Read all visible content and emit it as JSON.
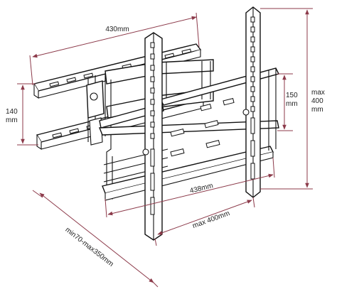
{
  "diagram": {
    "colors": {
      "dimension_line": "#8c3a4a",
      "drawing_line": "#111111",
      "text": "#222222"
    },
    "labels": {
      "width_430": "430mm",
      "h140_value": "140",
      "h140_unit": "mm",
      "h150_value": "150",
      "h150_unit": "mm",
      "max400_l1": "max",
      "max400_l2": "400",
      "max400_l3": "mm",
      "width_438": "438mm",
      "max_400mm": "max 400mm",
      "depth": "min70-max350mm"
    }
  }
}
